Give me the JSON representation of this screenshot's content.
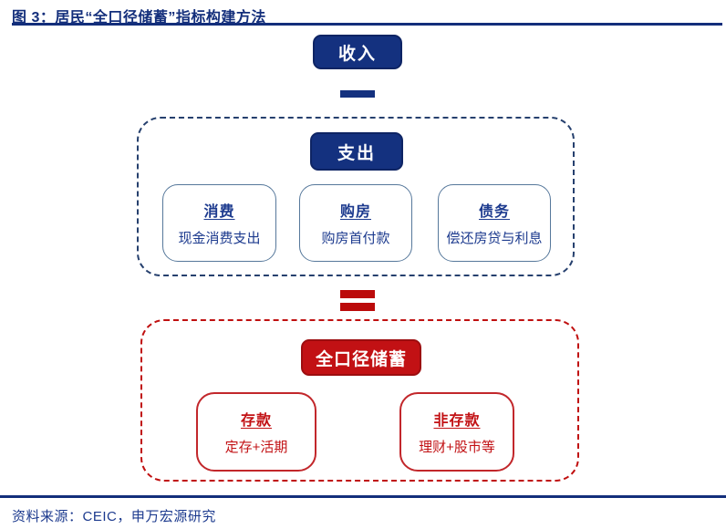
{
  "page": {
    "title": "图 3：居民“全口径储蓄”指标构建方法",
    "source": "资料来源：CEIC，申万宏源研究"
  },
  "colors": {
    "navy_fill": "#14317f",
    "navy_text": "#1c3a8e",
    "title_navy": "#132e7b",
    "red_fill": "#c21114",
    "red_dash": "#c01010",
    "blue_item_border": "#56789b"
  },
  "flow": {
    "income": {
      "label": "收入"
    },
    "operators": {
      "minus": "−",
      "equals": "="
    },
    "expense": {
      "label": "支出",
      "items": [
        {
          "title": "消费",
          "desc": "现金消费支出"
        },
        {
          "title": "购房",
          "desc": "购房首付款"
        },
        {
          "title": "债务",
          "desc": "偿还房贷与利息"
        }
      ]
    },
    "savings": {
      "label": "全口径储蓄",
      "items": [
        {
          "title": "存款",
          "desc": "定存+活期"
        },
        {
          "title": "非存款",
          "desc": "理财+股市等"
        }
      ]
    }
  }
}
